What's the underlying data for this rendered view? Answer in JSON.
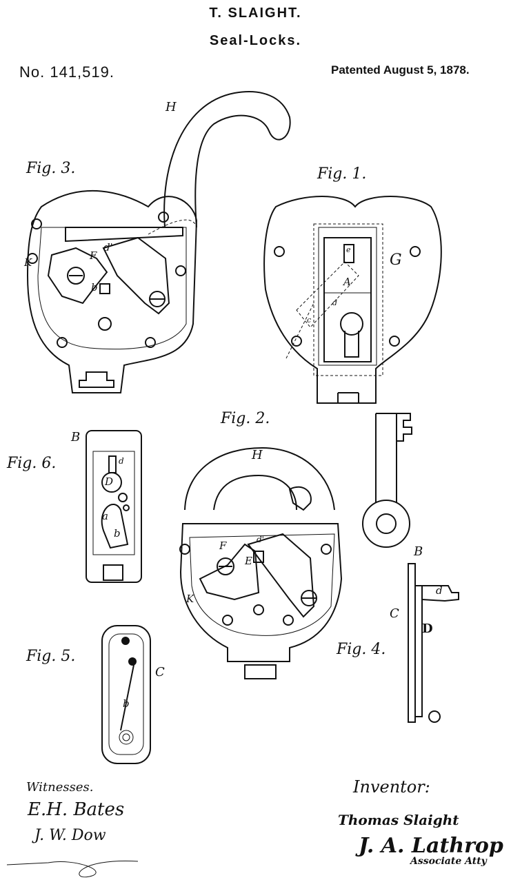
{
  "header": {
    "inventor": "T. SLAIGHT.",
    "title": "Seal-Locks.",
    "patent_number": "No. 141,519.",
    "patent_date": "Patented August 5, 1878."
  },
  "figures": {
    "fig1": "Fig. 1.",
    "fig2": "Fig. 2.",
    "fig3": "Fig. 3.",
    "fig4": "Fig. 4.",
    "fig5": "Fig. 5.",
    "fig6": "Fig. 6."
  },
  "labels": {
    "H": "H",
    "F": "F",
    "d_prime": "d'",
    "K": "K",
    "b": "b",
    "G": "G",
    "A": "A",
    "e": "e",
    "d": "d",
    "c": "c",
    "B": "B",
    "D": "D",
    "a": "a",
    "C": "C",
    "E": "E"
  },
  "signatures": {
    "witnesses_label": "Witnesses.",
    "witness1": "E.H. Bates",
    "witness2": "J. W. Dow",
    "inventor_label": "Inventor:",
    "inventor_name": "Thomas Slaight",
    "attorney": "J. A. Lathrop",
    "attorney_title": "Associate Atty"
  }
}
